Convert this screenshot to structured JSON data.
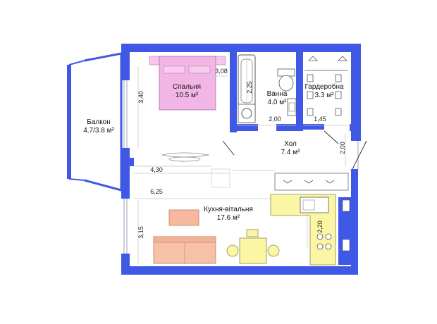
{
  "rooms": {
    "bedroom": {
      "name": "Спальня",
      "area": "10.5 м²"
    },
    "bathroom": {
      "name": "Ванна",
      "area": "4.0 м²"
    },
    "wardrobe": {
      "name": "Гардеробна",
      "area": "3.3 м²"
    },
    "balcony": {
      "name": "Балкон",
      "area": "4.7/3.8 м²"
    },
    "hall": {
      "name": "Хол",
      "area": "7.4 м²"
    },
    "kitchen": {
      "name": "Кухня-вітальня",
      "area": "17.6 м²"
    }
  },
  "dimensions": {
    "bedroom_width": "3,08",
    "bedroom_depth": "3,40",
    "bath_height": "2,25",
    "bath_width": "2,00",
    "wardrobe_width": "1,45",
    "hall_width": "2,00",
    "corridor_length": "4,30",
    "kitchen_length": "6,25",
    "kitchen_depth": "3,15",
    "counter_length": "2,20"
  },
  "colors": {
    "wall": "#3f58e6",
    "bedroom_fill": "#f2b6e6",
    "bed_pillow": "#f6c6ec",
    "kitchen_counter": "#fbf6a4",
    "sofa": "#f7c1a9",
    "table": "#fbf6a4",
    "rug": "#f6b9a0"
  }
}
